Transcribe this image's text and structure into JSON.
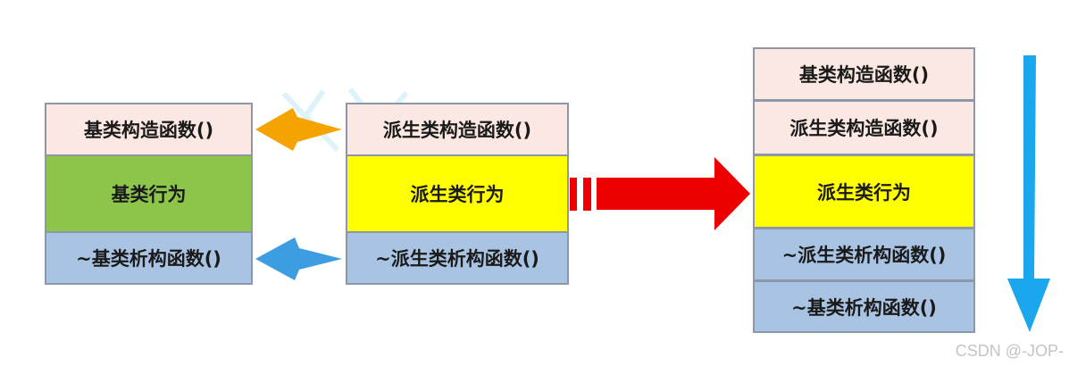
{
  "left_column": {
    "constructor": "基类构造函数()",
    "behavior": "基类行为",
    "destructor": "~基类析构函数()"
  },
  "middle_column": {
    "constructor": "派生类构造函数()",
    "behavior": "派生类行为",
    "destructor": "~派生类析构函数()"
  },
  "right_column": {
    "base_constructor": "基类构造函数()",
    "derived_constructor": "派生类构造函数()",
    "behavior": "派生类行为",
    "derived_destructor": "~派生类析构函数()",
    "base_destructor": "~基类析构函数()"
  },
  "watermark": "CSDN @-JOP-",
  "colors": {
    "constructor_fill": "#fbe8e3",
    "base_behavior_fill": "#8dc54b",
    "derived_behavior_fill": "#ffff00",
    "destructor_fill": "#a9c4e3",
    "orange_arrow": "#f5a300",
    "blue_arrow": "#3c9ee0",
    "red_arrow": "#ee0000",
    "down_arrow": "#1aa7ee"
  }
}
